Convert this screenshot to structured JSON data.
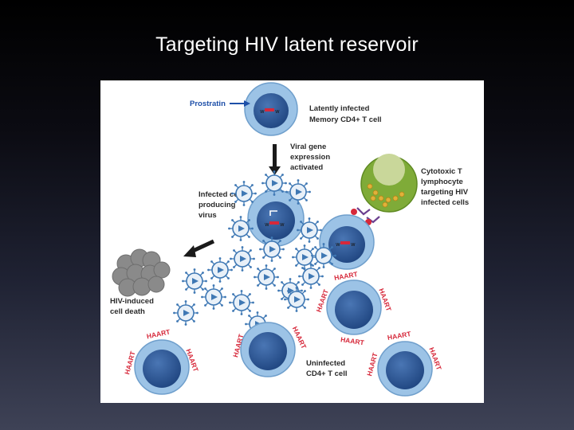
{
  "slide": {
    "title": "Targeting HIV latent reservoir"
  },
  "diagram": {
    "labels": {
      "prostratin": "Prostratin",
      "latent_line1": "Latently infected",
      "latent_line2": "Memory CD4+ T cell",
      "viral_line1": "Viral gene",
      "viral_line2": "expression",
      "viral_line3": "activated",
      "infected_line1": "Infected cell",
      "infected_line2": "producing",
      "infected_line3": "virus",
      "ctl_line1": "Cytotoxic T",
      "ctl_line2": "lymphocyte",
      "ctl_line3": "targeting HIV",
      "ctl_line4": "infected cells",
      "death_line1": "HIV-induced",
      "death_line2": "cell death",
      "uninfected_line1": "Uninfected",
      "uninfected_line2": "CD4+ T cell",
      "haart": "HAART"
    },
    "colors": {
      "cell_outer": "#9cc3e6",
      "cell_nucleus": "#2c5592",
      "ctl_outer": "#7fab38",
      "ctl_inner": "#c9d79a",
      "haart": "#d6283a",
      "dead_cell": "#8a8a8a",
      "virion": "#3f78b4"
    }
  }
}
